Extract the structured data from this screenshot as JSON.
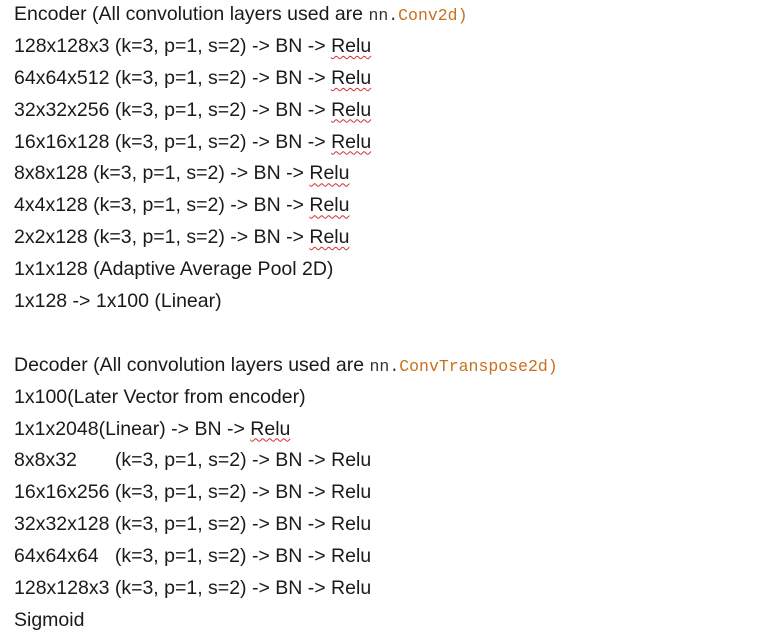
{
  "encoder": {
    "heading_text": "Encoder (All convolution layers used are ",
    "heading_code_prefix": "nn.",
    "heading_code_name": "Conv2d",
    "heading_close": ")",
    "lines": [
      {
        "text": "128x128x3 (k=3, p=1, s=2) -> BN -> ",
        "word": "Relu"
      },
      {
        "text": "64x64x512 (k=3, p=1, s=2) -> BN -> ",
        "word": "Relu"
      },
      {
        "text": "32x32x256 (k=3, p=1, s=2) -> BN -> ",
        "word": "Relu"
      },
      {
        "text": "16x16x128 (k=3, p=1, s=2) -> BN -> ",
        "word": "Relu"
      },
      {
        "text": "8x8x128 (k=3, p=1, s=2) -> BN -> ",
        "word": "Relu"
      },
      {
        "text": "4x4x128 (k=3, p=1, s=2) -> BN -> ",
        "word": "Relu"
      },
      {
        "text": "2x2x128 (k=3, p=1, s=2) -> BN -> ",
        "word": "Relu"
      },
      {
        "text": "1x1x128 (Adaptive Average Pool 2D)"
      },
      {
        "text": "1x128 -> 1x100 (Linear)"
      }
    ]
  },
  "decoder": {
    "heading_text": "Decoder (All convolution layers used are ",
    "heading_code_prefix": "nn.",
    "heading_code_name": "ConvTranspose2d",
    "heading_close": ")",
    "line_latent": "1x100(Later Vector from encoder)",
    "line_linear_text": "1x1x2048(Linear) -> BN -> ",
    "line_linear_word": "Relu",
    "line_8x8_shape": "8x8x32",
    "line_8x8_rest": "(k=3, p=1, s=2) -> BN -> Relu",
    "line_16": "16x16x256 (k=3, p=1, s=2) -> BN -> Relu",
    "line_32": "32x32x128 (k=3, p=1, s=2) -> BN -> Relu",
    "line_64": "64x64x64   (k=3, p=1, s=2) -> BN -> Relu",
    "line_128": "128x128x3 (k=3, p=1, s=2) -> BN -> Relu",
    "line_sigmoid": "Sigmoid"
  }
}
